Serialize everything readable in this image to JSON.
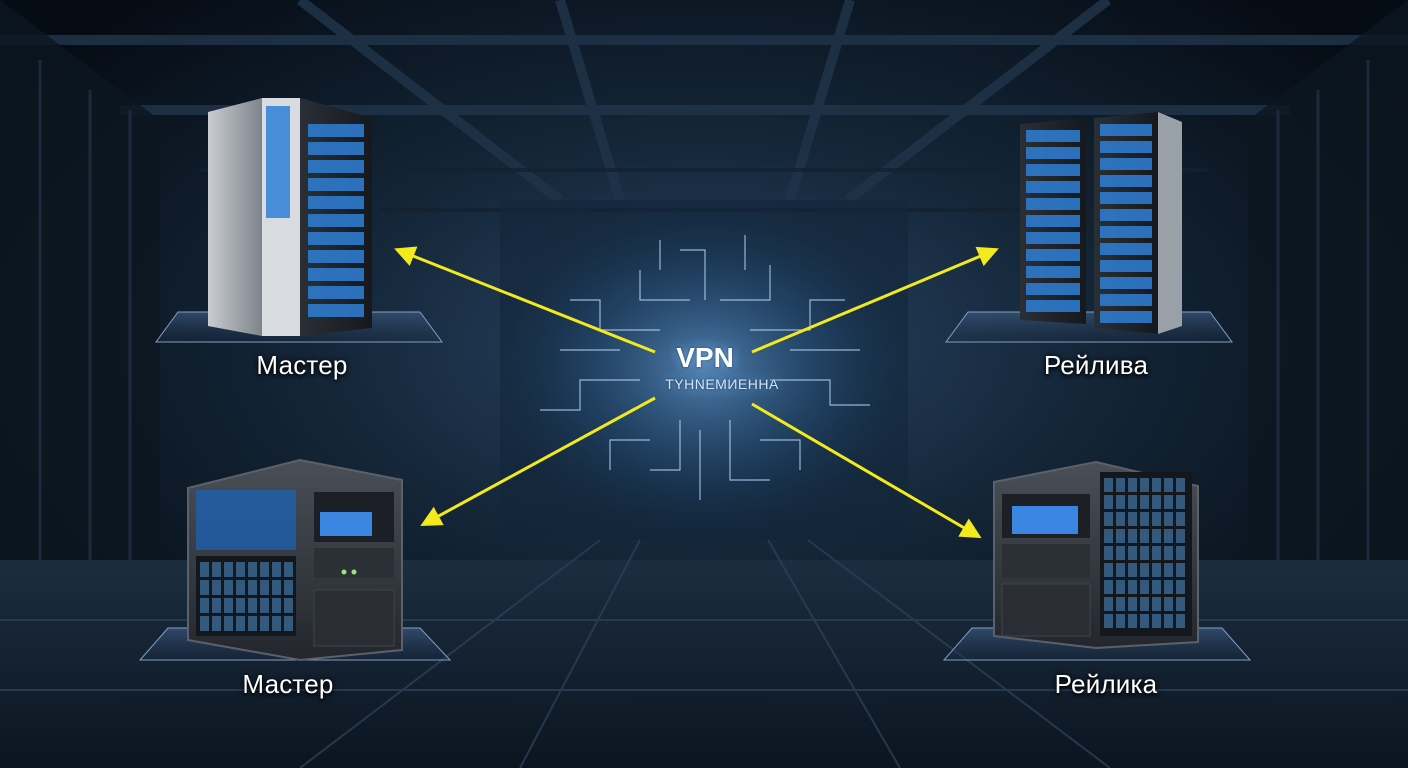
{
  "colors": {
    "background": "#0a1420",
    "arrow": "#f2ea1c",
    "screen_blue": "#2f7fd6",
    "glow": "#6fb6ff",
    "platform": "#5f7fa8"
  },
  "hub": {
    "title": "VPN",
    "subtitle": "TYHNEМИЕННА"
  },
  "nodes": [
    {
      "id": "tl",
      "label": "Мастер",
      "kind": "rack-server"
    },
    {
      "id": "tr",
      "label": "Рейлива",
      "kind": "rack-server"
    },
    {
      "id": "bl",
      "label": "Мастер",
      "kind": "cube-server"
    },
    {
      "id": "br",
      "label": "Рейлика",
      "kind": "cube-server"
    }
  ]
}
